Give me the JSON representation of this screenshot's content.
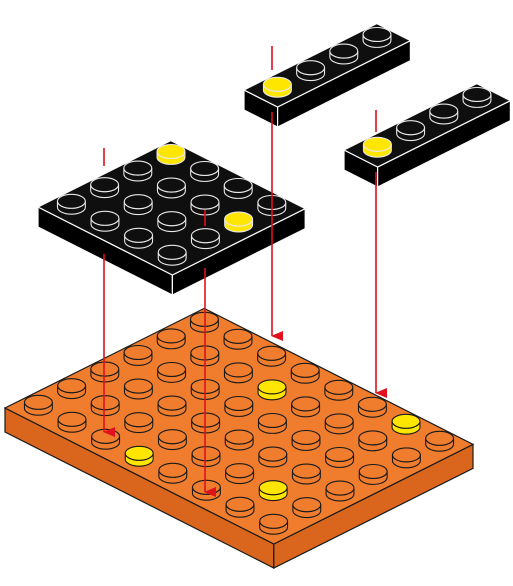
{
  "diagram": {
    "type": "lego-building-instruction-step",
    "colors": {
      "base_plate": "#f07d2e",
      "base_plate_side": "#d9661c",
      "black_part": "#0f0f0f",
      "black_part_side": "#000000",
      "stud_outline_black": "#e8e8e8",
      "highlight_stud": "#ffe600",
      "arrow": "#e0101c",
      "outline_orange": "#1a1a1a"
    },
    "parts": [
      {
        "name": "base-plate",
        "studs_cols": 8,
        "studs_rows": 6,
        "color": "orange"
      },
      {
        "name": "black-plate-4x4",
        "studs_cols": 4,
        "studs_rows": 4,
        "color": "black"
      },
      {
        "name": "black-plate-1x4-upper",
        "studs_cols": 4,
        "studs_rows": 1,
        "color": "black"
      },
      {
        "name": "black-plate-1x4-lower",
        "studs_cols": 4,
        "studs_rows": 1,
        "color": "black"
      }
    ],
    "arrows": [
      {
        "name": "arrow-4x4-left",
        "from_part": "black-plate-4x4",
        "to_part": "base-plate"
      },
      {
        "name": "arrow-4x4-center",
        "from_part": "black-plate-4x4",
        "to_part": "base-plate"
      },
      {
        "name": "arrow-1x4-upper",
        "from_part": "black-plate-1x4-upper",
        "to_part": "base-plate"
      },
      {
        "name": "arrow-1x4-lower",
        "from_part": "black-plate-1x4-lower",
        "to_part": "base-plate"
      }
    ]
  }
}
